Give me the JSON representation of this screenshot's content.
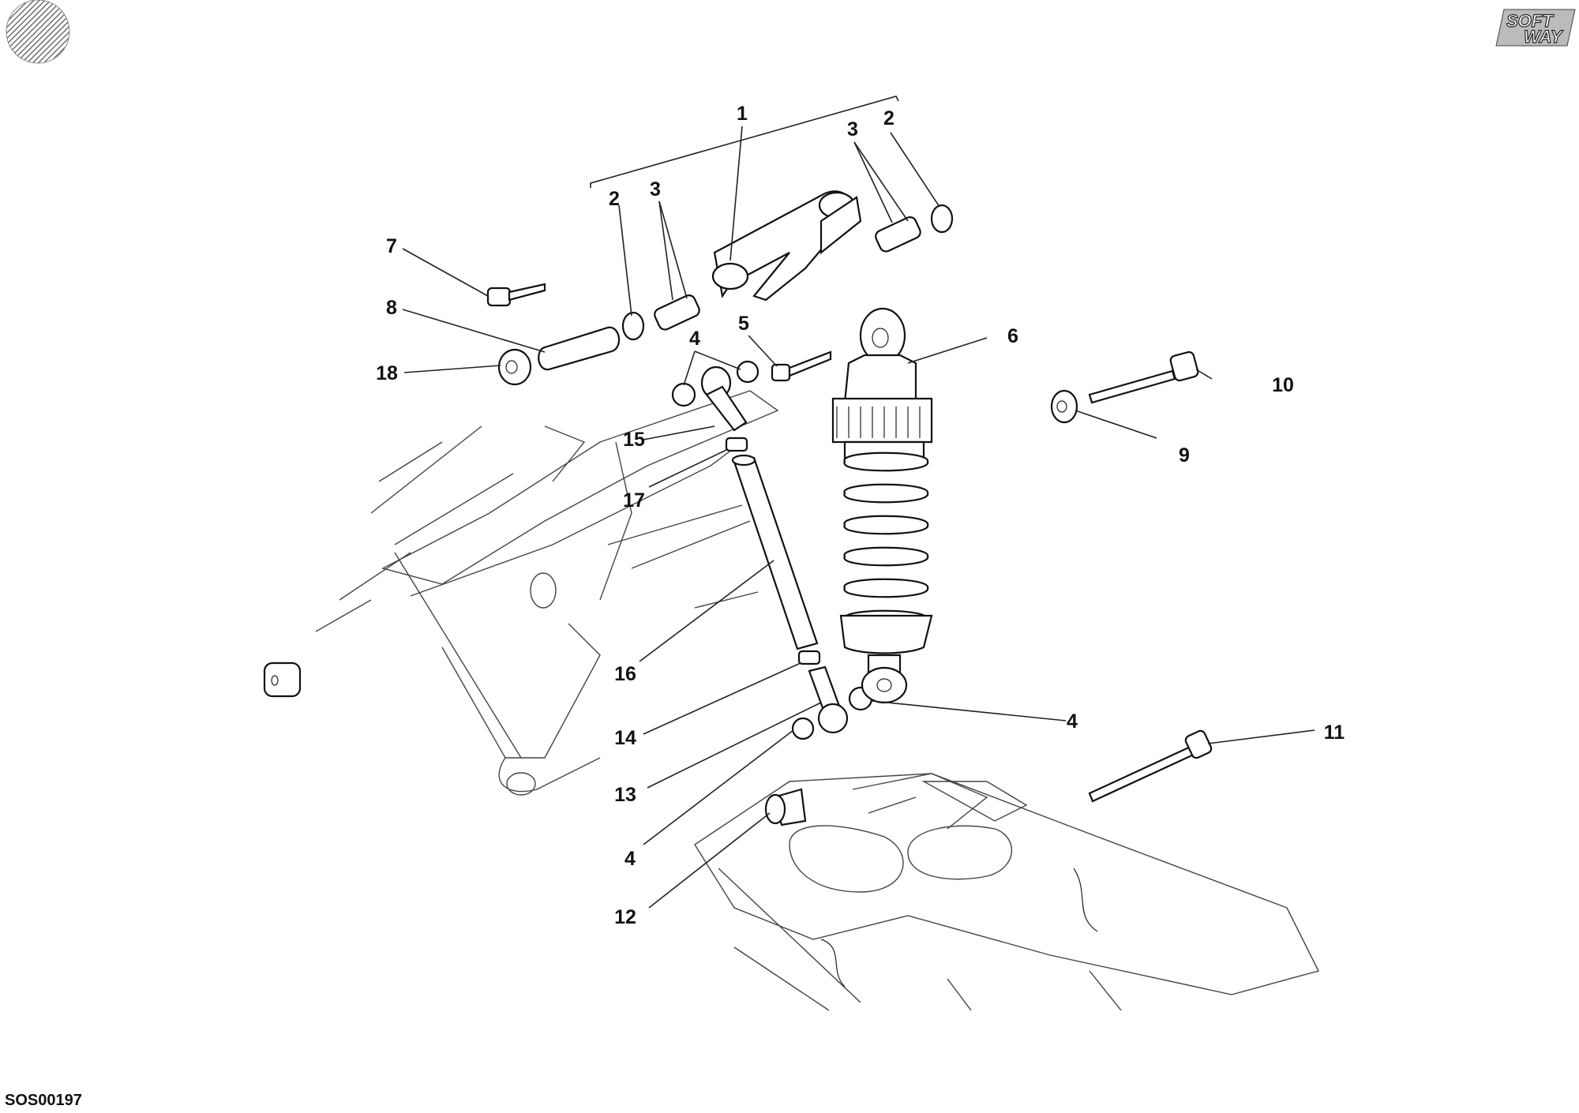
{
  "logo": {
    "line1": "SOFT",
    "line2": "WAY"
  },
  "reference_code": "SOS00197",
  "callouts": [
    {
      "id": "c1",
      "text": "1"
    },
    {
      "id": "c2a",
      "text": "2"
    },
    {
      "id": "c2b",
      "text": "2"
    },
    {
      "id": "c3a",
      "text": "3"
    },
    {
      "id": "c3b",
      "text": "3"
    },
    {
      "id": "c4a",
      "text": "4"
    },
    {
      "id": "c4b",
      "text": "4"
    },
    {
      "id": "c4c",
      "text": "4"
    },
    {
      "id": "c5",
      "text": "5"
    },
    {
      "id": "c6",
      "text": "6"
    },
    {
      "id": "c7",
      "text": "7"
    },
    {
      "id": "c8",
      "text": "8"
    },
    {
      "id": "c9",
      "text": "9"
    },
    {
      "id": "c10",
      "text": "10"
    },
    {
      "id": "c11",
      "text": "11"
    },
    {
      "id": "c12",
      "text": "12"
    },
    {
      "id": "c13",
      "text": "13"
    },
    {
      "id": "c14",
      "text": "14"
    },
    {
      "id": "c15",
      "text": "15"
    },
    {
      "id": "c16",
      "text": "16"
    },
    {
      "id": "c17",
      "text": "17"
    },
    {
      "id": "c18",
      "text": "18"
    }
  ]
}
